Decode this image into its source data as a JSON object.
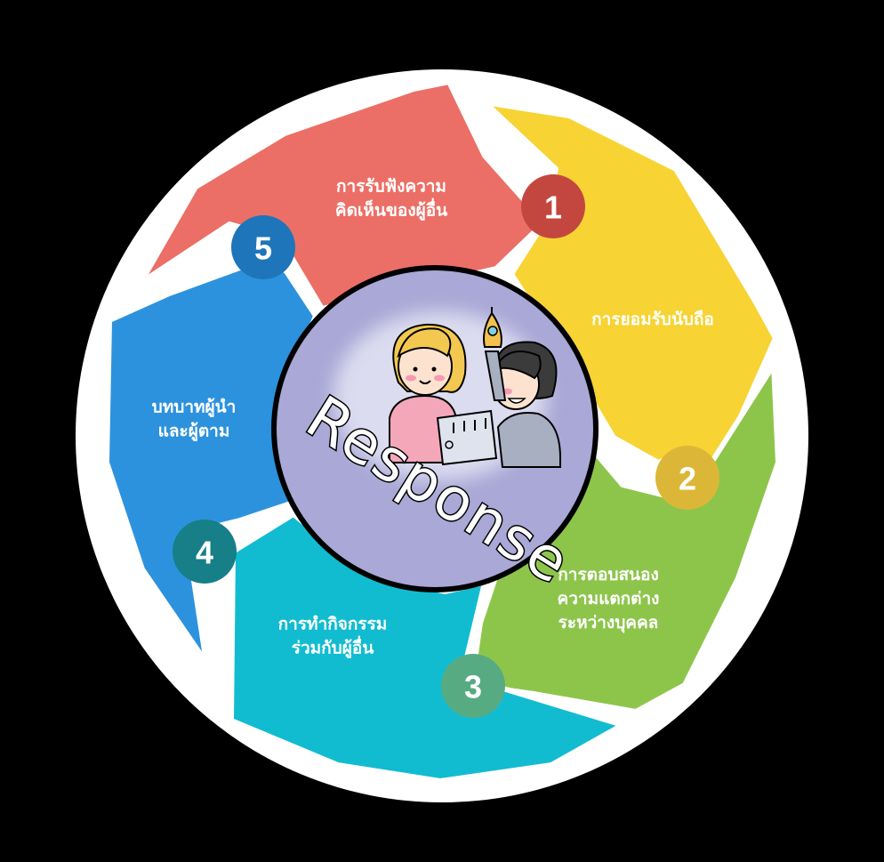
{
  "colors": {
    "background": "#000000",
    "ring": "#ffffff",
    "center_fill": "#a9a8d6",
    "center_border": "#000000"
  },
  "center": {
    "word": "Response",
    "illustration": "two-children-with-rocket-drawing"
  },
  "segments": [
    {
      "number": "1",
      "lines": [
        "การรับฟังความ",
        "คิดเห็นของผู้อื่น"
      ],
      "color": "#eb6f66",
      "badge_color": "#c4473f"
    },
    {
      "number": "2",
      "lines": [
        "การยอมรับนับถือ"
      ],
      "color": "#f7d333",
      "badge_color": "#dcb737"
    },
    {
      "number": "3",
      "lines": [
        "การตอบสนอง",
        "ความแตกต่าง",
        "ระหว่างบุคคล"
      ],
      "color": "#8dc54b",
      "badge_color": "#57ab82"
    },
    {
      "number": "4",
      "lines": [
        "การทำกิจกรรม",
        "ร่วมกับผู้อื่น"
      ],
      "color": "#12bcd0",
      "badge_color": "#167f87"
    },
    {
      "number": "5",
      "lines": [
        "บทบาทผู้นำ",
        "และผู้ตาม"
      ],
      "color": "#2d92dd",
      "badge_color": "#1e75b9"
    }
  ]
}
